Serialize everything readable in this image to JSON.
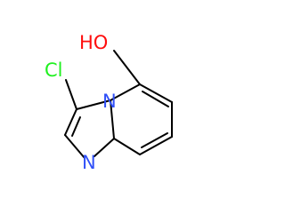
{
  "molecule": {
    "atoms": {
      "hydroxyl": "HO",
      "chlorine": "Cl",
      "bridgehead_nitrogen": "N",
      "imidazole_nitrogen": "N"
    },
    "colors": {
      "bond": "#000000",
      "oxygen": "#ff0d0d",
      "chlorine": "#1ff01f",
      "nitrogen": "#3050f8"
    }
  }
}
